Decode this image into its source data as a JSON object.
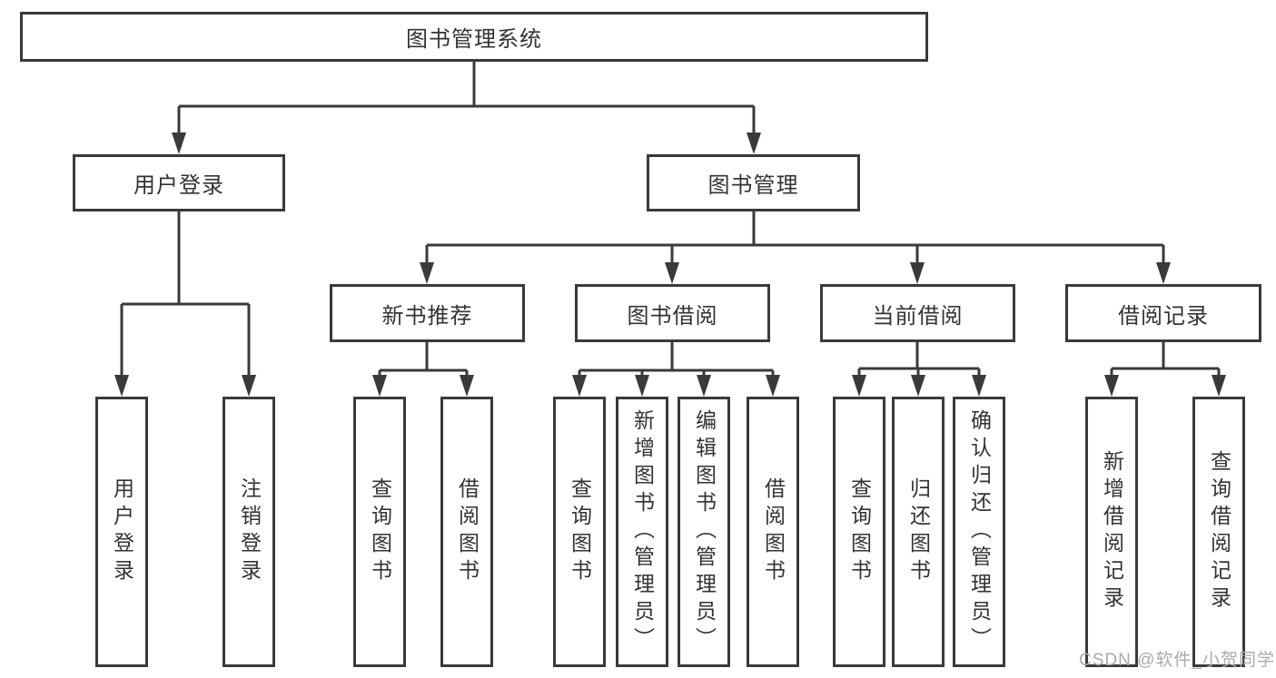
{
  "diagram": {
    "root": {
      "label": "图书管理系统"
    },
    "branches": [
      {
        "label": "用户登录",
        "children": [
          {
            "label": "用户登录"
          },
          {
            "label": "注销登录"
          }
        ]
      },
      {
        "label": "图书管理",
        "children": [
          {
            "label": "新书推荐",
            "children": [
              {
                "label": "查询图书"
              },
              {
                "label": "借阅图书"
              }
            ]
          },
          {
            "label": "图书借阅",
            "children": [
              {
                "label": "查询图书"
              },
              {
                "label": "新增图书（管理员）"
              },
              {
                "label": "编辑图书（管理员）"
              },
              {
                "label": "借阅图书"
              }
            ]
          },
          {
            "label": "当前借阅",
            "children": [
              {
                "label": "查询图书"
              },
              {
                "label": "归还图书"
              },
              {
                "label": "确认归还（管理员）"
              }
            ]
          },
          {
            "label": "借阅记录",
            "children": [
              {
                "label": "新增借阅记录"
              },
              {
                "label": "查询借阅记录"
              }
            ]
          }
        ]
      }
    ]
  },
  "watermark": {
    "text": "CSDN @软件_小贺同学"
  },
  "colors": {
    "line": "#3a3a3a",
    "text": "#333333",
    "background": "#ffffff",
    "watermark": "#aaaaaa"
  }
}
